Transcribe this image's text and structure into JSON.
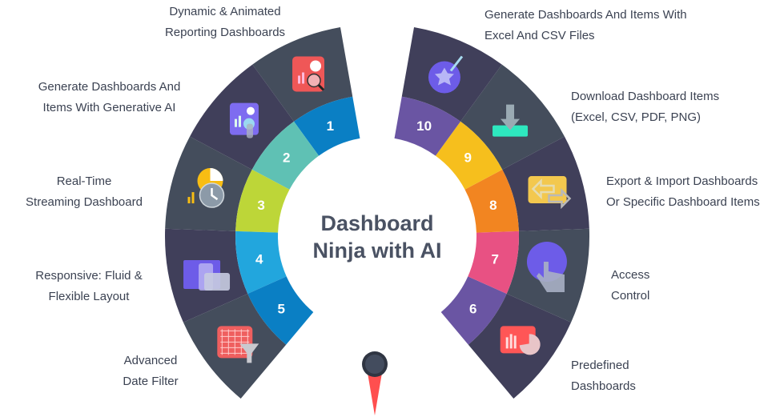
{
  "title": [
    "Dashboard",
    "Ninja with AI"
  ],
  "colors": {
    "dark_a": "#444d5c",
    "dark_b": "#403f5a",
    "pin_head": "#434c5e",
    "pin_tip": "#ff4f4f"
  },
  "features": [
    {
      "number": "1",
      "lines": [
        "Dynamic & Animated",
        "Reporting Dashboards"
      ],
      "color": "#0a7fc4",
      "icon": "report-magnifier-icon"
    },
    {
      "number": "2",
      "lines": [
        "Generate Dashboards And",
        "Items With Generative AI"
      ],
      "color": "#5fc1b4",
      "icon": "ai-dashboard-touch-icon"
    },
    {
      "number": "3",
      "lines": [
        "Real-Time",
        "Streaming Dashboard"
      ],
      "color": "#bdd638",
      "icon": "realtime-clock-chart-icon"
    },
    {
      "number": "4",
      "lines": [
        "Responsive: Fluid &",
        "Flexible Layout"
      ],
      "color": "#22a6dd",
      "icon": "responsive-layout-icon"
    },
    {
      "number": "5",
      "lines": [
        "Advanced",
        "Date Filter"
      ],
      "color": "#0a7fc4",
      "icon": "grid-filter-icon"
    },
    {
      "number": "6",
      "lines": [
        "Predefined",
        "Dashboards"
      ],
      "color": "#6a55a3",
      "icon": "predefined-chart-icon"
    },
    {
      "number": "7",
      "lines": [
        "Access",
        "Control"
      ],
      "color": "#e85183",
      "icon": "access-touch-icon"
    },
    {
      "number": "8",
      "lines": [
        "Export & Import Dashboards",
        "Or Specific Dashboard Items"
      ],
      "color": "#f28521",
      "icon": "export-import-arrows-icon"
    },
    {
      "number": "9",
      "lines": [
        "Download Dashboard Items",
        "(Excel, CSV, PDF, PNG)"
      ],
      "color": "#f6bf1d",
      "icon": "download-icon"
    },
    {
      "number": "10",
      "lines": [
        "Generate Dashboards And Items With",
        "Excel And CSV Files"
      ],
      "color": "#6a55a3",
      "icon": "magic-wand-icon"
    }
  ]
}
